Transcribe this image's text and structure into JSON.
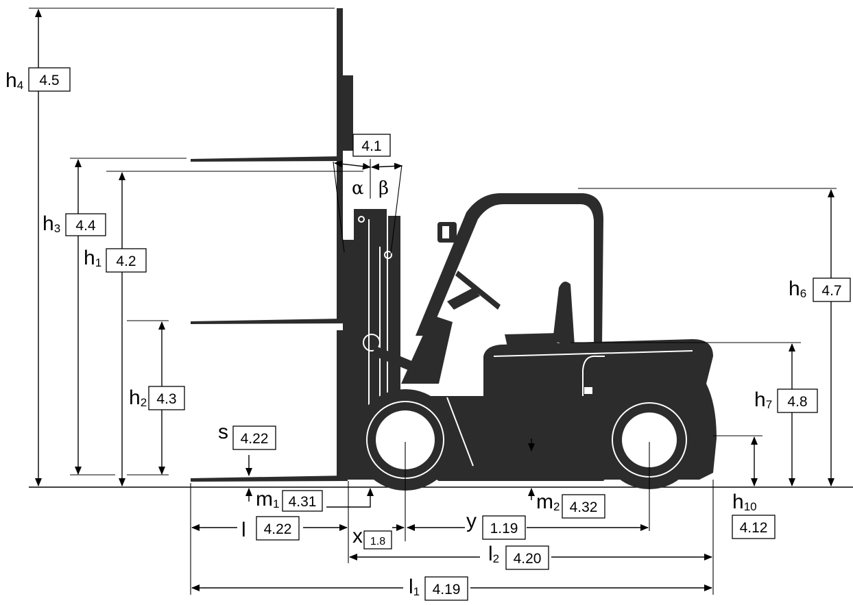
{
  "labels": {
    "h4": {
      "sym": "h",
      "sub": "4",
      "code": "4.5"
    },
    "h3": {
      "sym": "h",
      "sub": "3",
      "code": "4.4"
    },
    "h1": {
      "sym": "h",
      "sub": "1",
      "code": "4.2"
    },
    "h2": {
      "sym": "h",
      "sub": "2",
      "code": "4.3"
    },
    "s": {
      "sym": "s",
      "code": "4.22"
    },
    "tilt": {
      "code": "4.1",
      "alpha": "α",
      "beta": "β"
    },
    "h6": {
      "sym": "h",
      "sub": "6",
      "code": "4.7"
    },
    "h7": {
      "sym": "h",
      "sub": "7",
      "code": "4.8"
    },
    "h10": {
      "sym": "h",
      "sub": "10",
      "code": "4.12"
    },
    "m1": {
      "sym": "m",
      "sub": "1",
      "code": "4.31"
    },
    "m2": {
      "sym": "m",
      "sub": "2",
      "code": "4.32"
    },
    "l": {
      "sym": "l",
      "code": "4.22"
    },
    "x": {
      "sym": "x",
      "code": "1.8"
    },
    "y": {
      "sym": "y",
      "code": "1.19"
    },
    "l2": {
      "sym": "l",
      "sub": "2",
      "code": "4.20"
    },
    "l1": {
      "sym": "l",
      "sub": "1",
      "code": "4.19"
    }
  },
  "colors": {
    "truck_body": "#2c2c2c",
    "line": "#000000",
    "background": "#ffffff"
  }
}
